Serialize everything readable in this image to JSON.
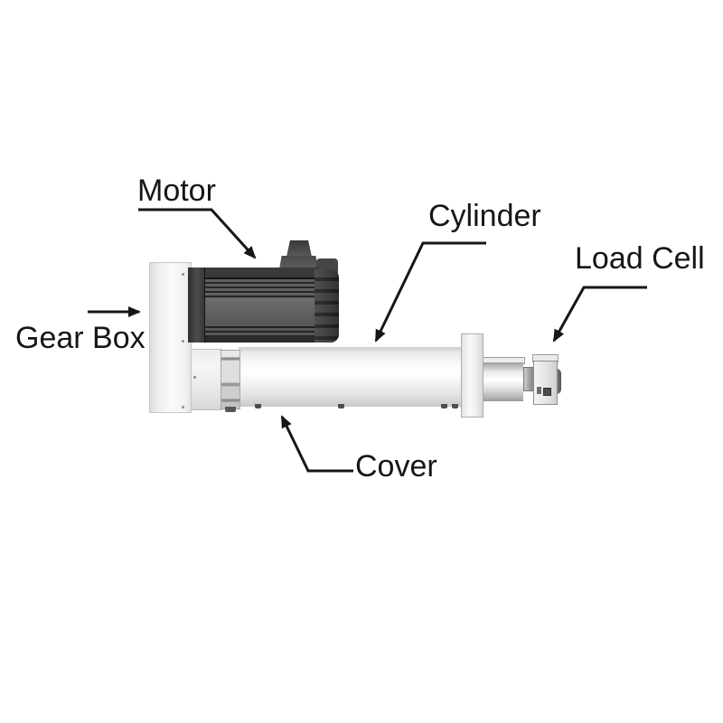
{
  "labels": {
    "motor": "Motor",
    "cylinder": "Cylinder",
    "load_cell": "Load Cell",
    "gear_box": "Gear Box",
    "cover": "Cover"
  },
  "colors": {
    "background": "#ffffff",
    "label_text": "#161616",
    "leader_line": "#161616",
    "motor_body": "#575757",
    "motor_ribs": "#262626",
    "housing_light": "#f5f5f5",
    "housing_mid": "#e2e2e2",
    "housing_shadow": "#c8c8c8"
  }
}
